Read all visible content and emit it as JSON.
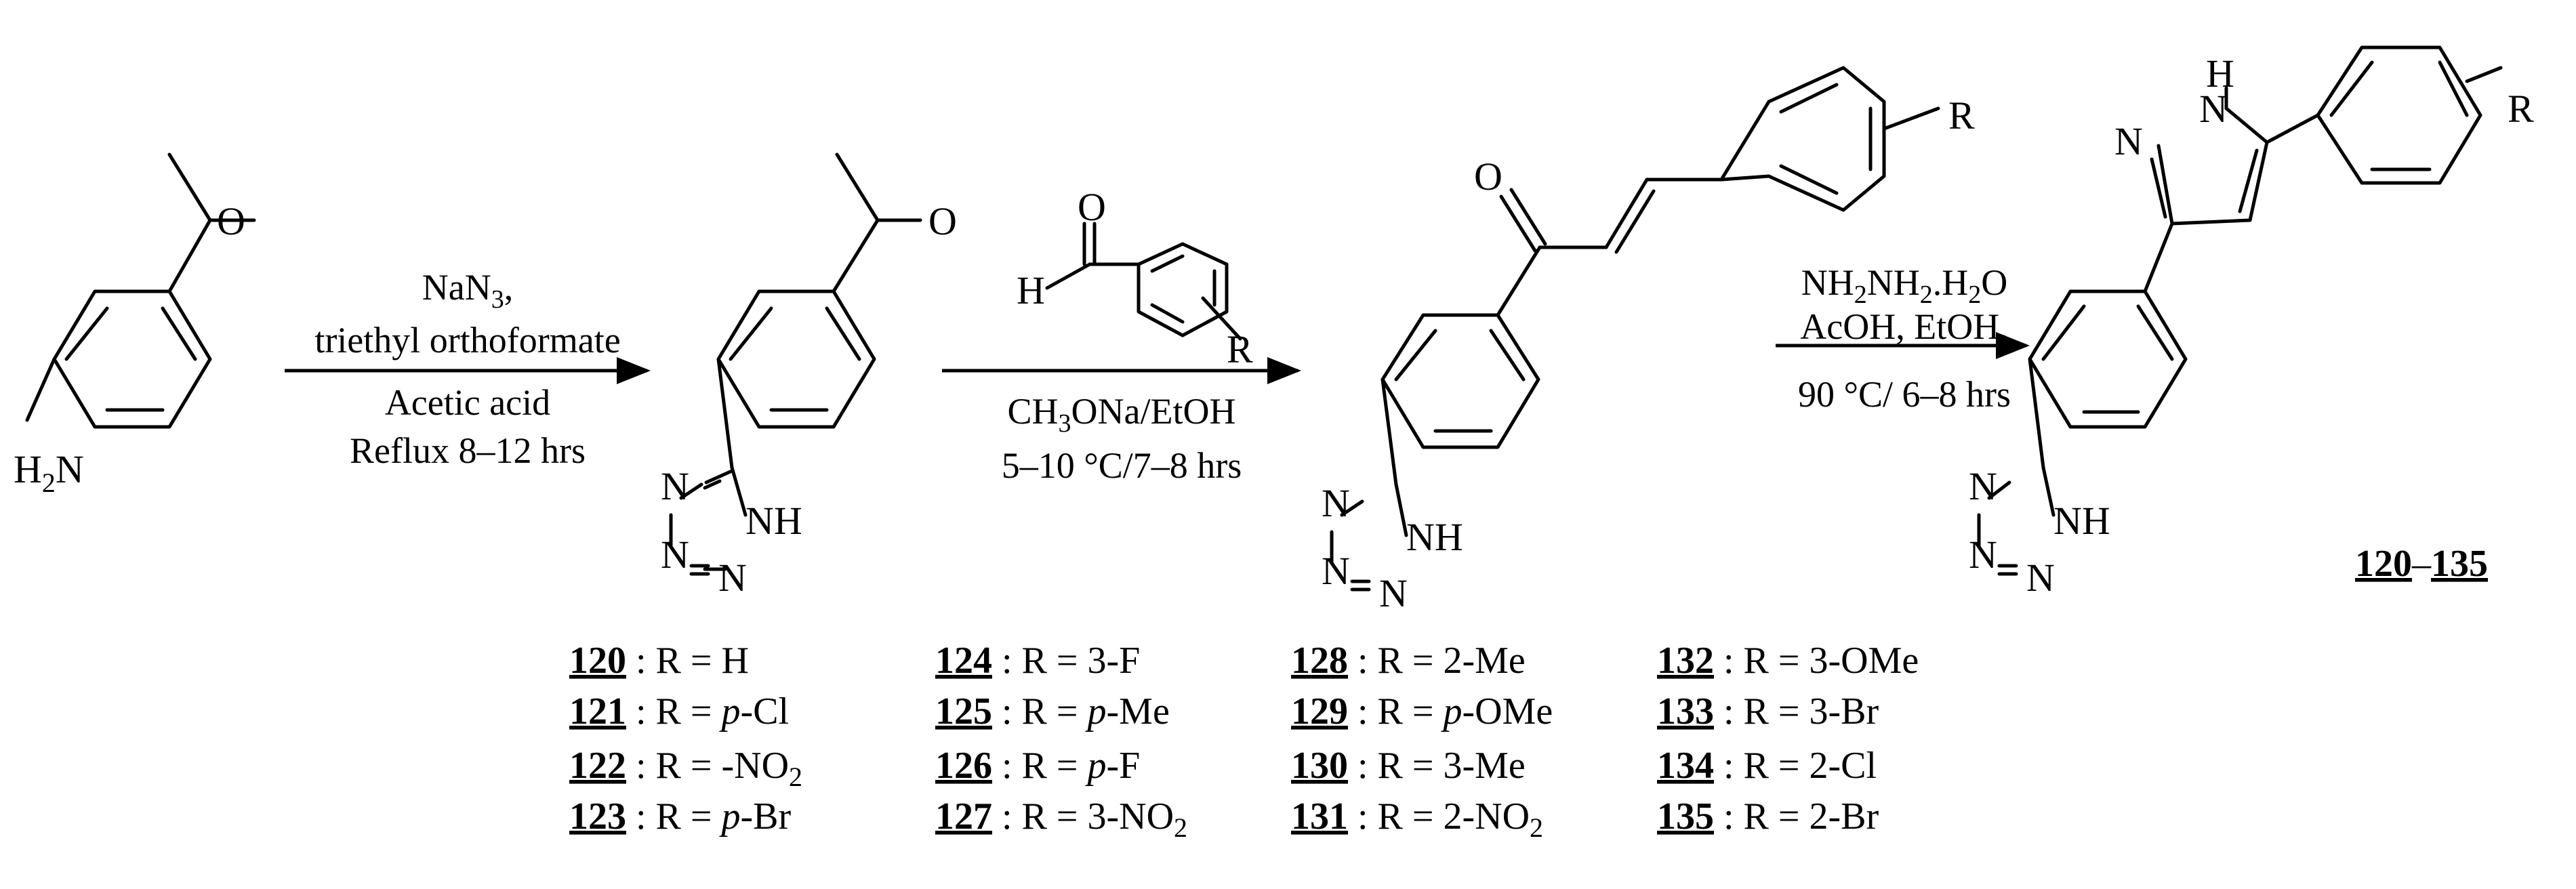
{
  "step1": {
    "line1": "NaN",
    "line1_sub": "3",
    "line1_end": ",",
    "line2": "triethyl orthoformate",
    "line3": "Acetic acid",
    "line4": "Reflux 8–12 hrs"
  },
  "step2": {
    "reagent_line1": "CH",
    "reagent_line1_sub": "3",
    "reagent_line1_end": "ONa/EtOH",
    "reagent_line2": "5–10 °C/7–8 hrs"
  },
  "step3": {
    "line1_a": "NH",
    "line1_sub1": "2",
    "line1_b": "NH",
    "line1_sub2": "2",
    "line1_c": ".H",
    "line1_sub3": "2",
    "line1_d": "O",
    "line2": "AcOH, EtOH,",
    "line3": "90 °C/ 6–8 hrs"
  },
  "atoms": {
    "O": "O",
    "H": "H",
    "R": "R",
    "N": "N",
    "NH": "NH",
    "H2N_H": "H",
    "H2N_sub": "2",
    "H2N_N": "N"
  },
  "product_label": {
    "start": "120",
    "dash": "–",
    "end": "135"
  },
  "compounds": [
    {
      "num": "120",
      "text": " : R = H"
    },
    {
      "num": "121",
      "text": " : R = ",
      "ital": "p",
      "rest": "-Cl"
    },
    {
      "num": "122",
      "text": " : R = -NO",
      "sub": "2"
    },
    {
      "num": "123",
      "text": " : R = ",
      "ital": "p",
      "rest": "-Br"
    },
    {
      "num": "124",
      "text": " : R = 3-F"
    },
    {
      "num": "125",
      "text": " : R = ",
      "ital": "p",
      "rest": "-Me"
    },
    {
      "num": "126",
      "text": " : R = ",
      "ital": "p",
      "rest": "-F"
    },
    {
      "num": "127",
      "text": " : R = 3-NO",
      "sub": "2"
    },
    {
      "num": "128",
      "text": " : R = 2-Me"
    },
    {
      "num": "129",
      "text": " : R = ",
      "ital": "p",
      "rest": "-OMe"
    },
    {
      "num": "130",
      "text": " : R = 3-Me"
    },
    {
      "num": "131",
      "text": " : R = 2-NO",
      "sub": "2"
    },
    {
      "num": "132",
      "text": " : R = 3-OMe"
    },
    {
      "num": "133",
      "text": " : R = 3-Br"
    },
    {
      "num": "134",
      "text": " : R = 2-Cl"
    },
    {
      "num": "135",
      "text": " : R = 2-Br"
    }
  ]
}
